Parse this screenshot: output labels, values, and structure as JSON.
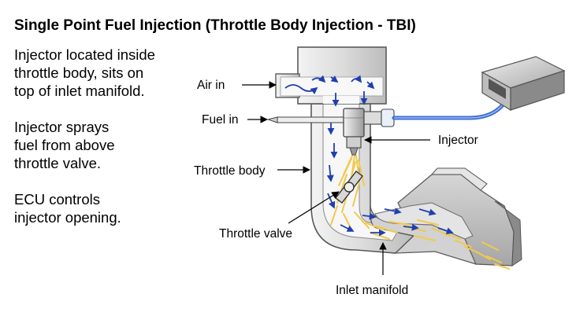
{
  "title": "Single Point Fuel Injection (Throttle Body Injection - TBI)",
  "notes": [
    {
      "lines": [
        "Injector located inside",
        "throttle body, sits on",
        "top of inlet manifold."
      ]
    },
    {
      "lines": [
        "Injector sprays",
        "fuel from above",
        "throttle valve."
      ]
    },
    {
      "lines": [
        "ECU controls",
        "injector opening."
      ]
    }
  ],
  "labels": {
    "air_in": "Air in",
    "fuel_in": "Fuel in",
    "injector": "Injector",
    "throttle_body": "Throttle body",
    "throttle_valve": "Throttle valve",
    "inlet_manifold": "Inlet manifold"
  },
  "colors": {
    "text": "#000000",
    "metal_light": "#e9e9e9",
    "metal_mid": "#bdbdbd",
    "metal_dark": "#7a7a7a",
    "air_flow": "#1f3fb0",
    "fuel_spray": "#f2c94c",
    "wire": "#3b6fd0",
    "ecu_body": "#a9a9a9"
  }
}
